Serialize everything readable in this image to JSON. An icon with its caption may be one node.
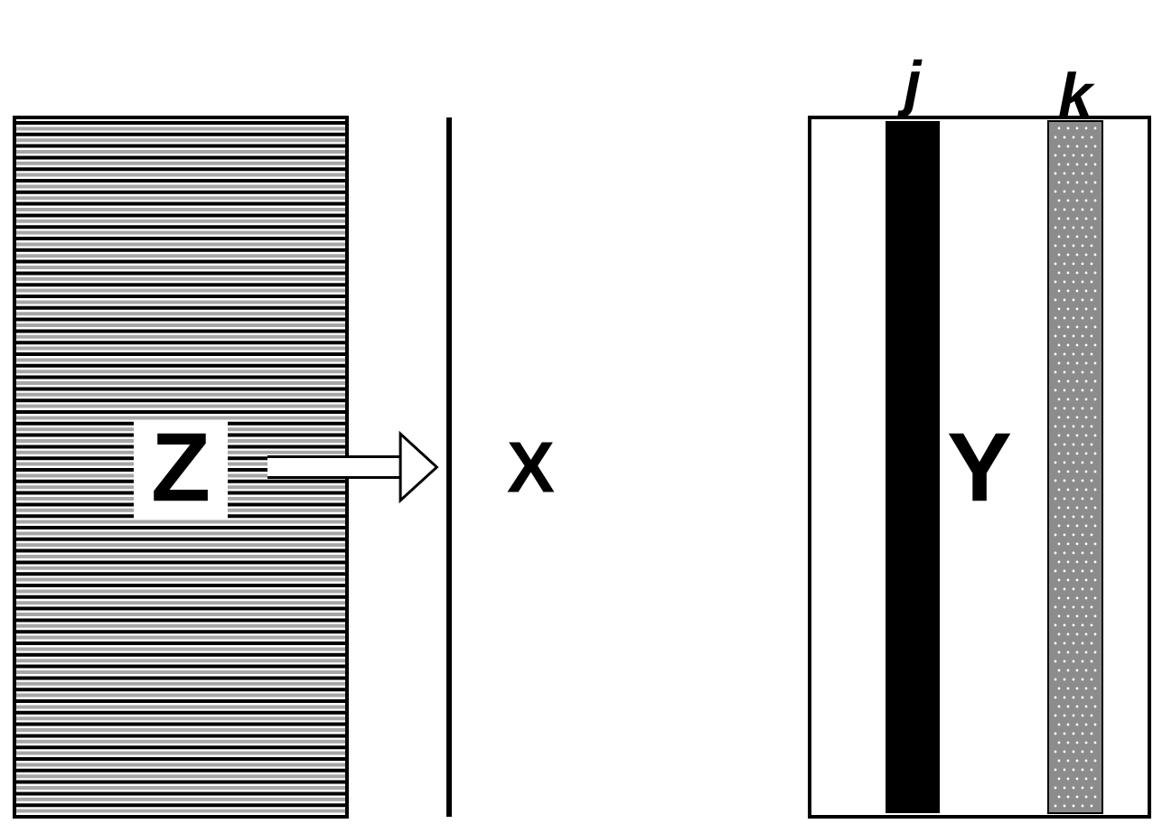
{
  "diagram": {
    "nodes": [
      {
        "text": [
          "Z"
        ]
      },
      {
        "text": [],
        "shape": "bar",
        "beside": [
          "X"
        ]
      },
      {
        "text": [
          "Y"
        ]
      },
      {
        "text": [
          "j"
        ],
        "in": 2
      },
      {
        "text": [
          "k"
        ],
        "in": 2
      }
    ],
    "edges": [
      {
        "from": 0,
        "to": 1,
        "arrow": "to"
      }
    ]
  }
}
